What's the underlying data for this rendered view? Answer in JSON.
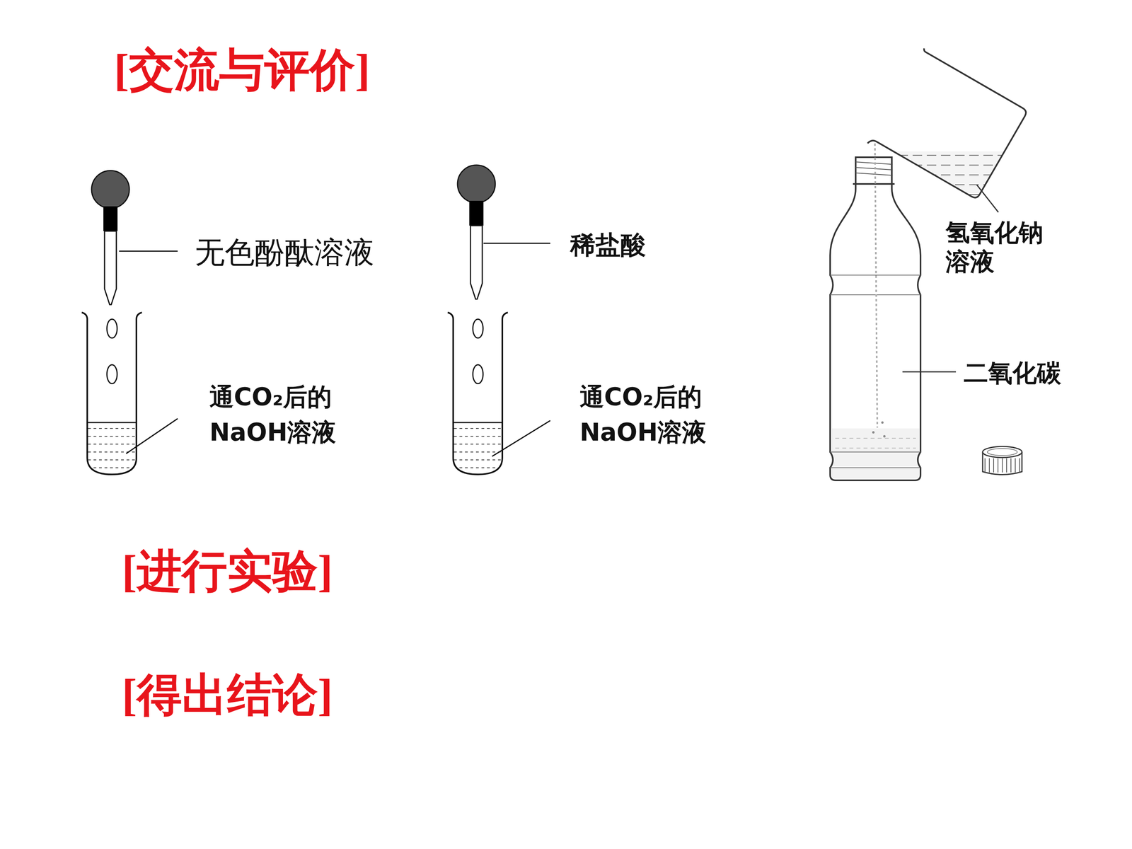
{
  "diagram": {
    "labels": [
      "[交流与评价]",
      "无色酚酞溶液",
      "通CO₂后的 NaOH溶液",
      "稀盐酸",
      "通CO₂后的 NaOH溶液",
      "氢氧化钠 溶液",
      "二氧化碳",
      "[进行实验]",
      "[得出结论]"
    ]
  }
}
